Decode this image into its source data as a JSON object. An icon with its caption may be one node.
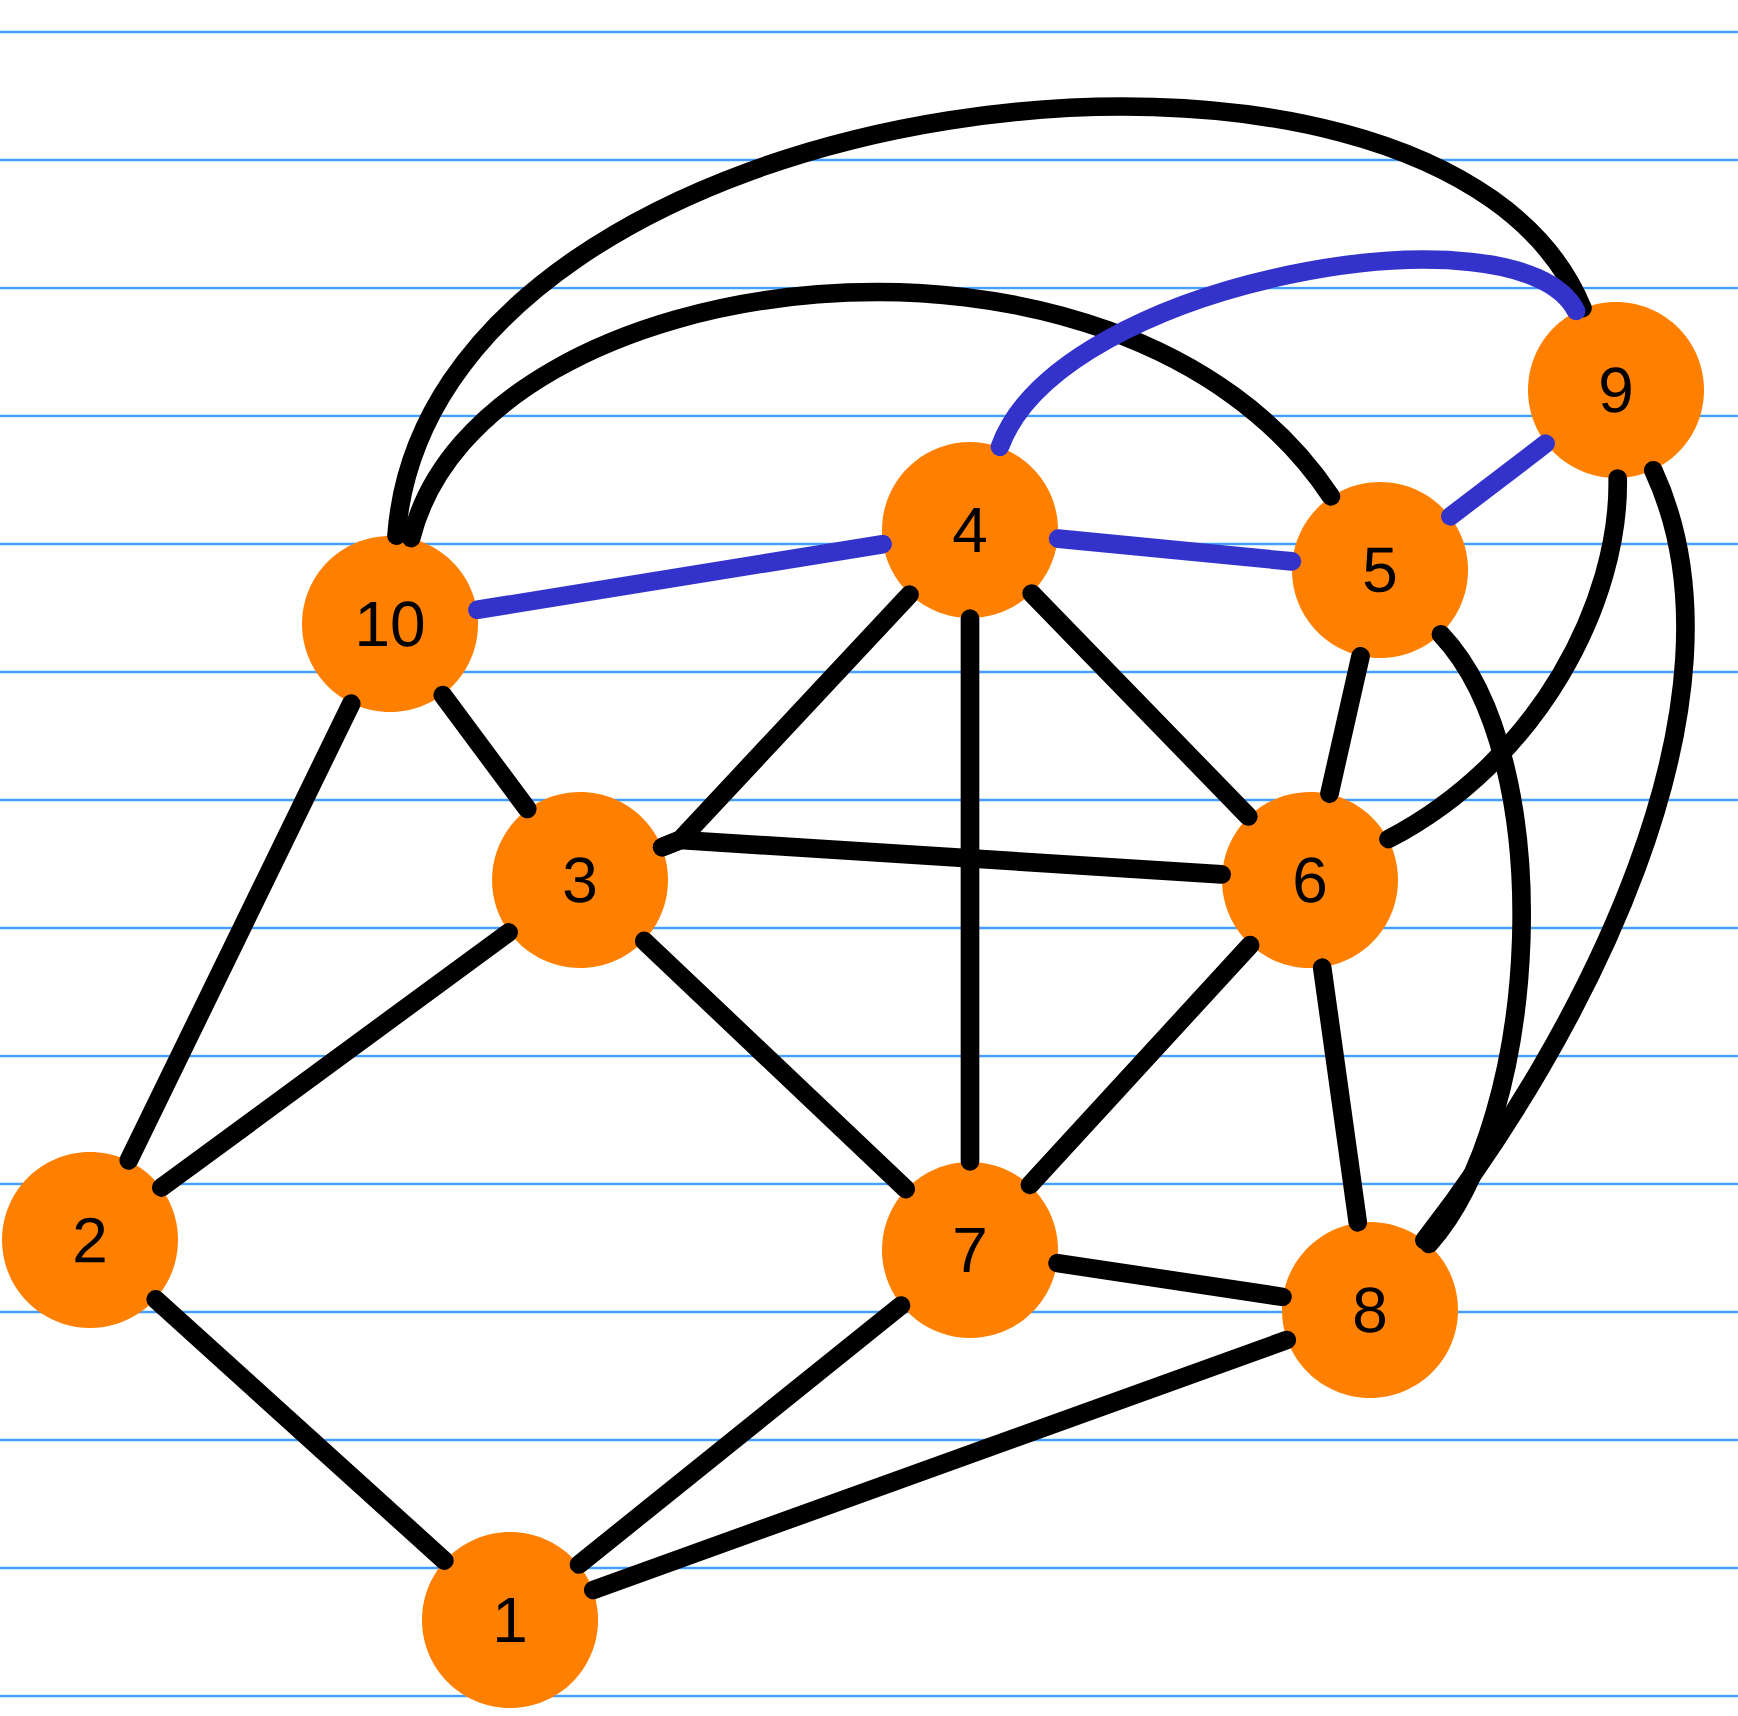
{
  "diagram": {
    "nodes": [
      {
        "text": [
          "9"
        ]
      },
      {
        "text": [
          "4"
        ]
      },
      {
        "text": [
          "5"
        ]
      },
      {
        "text": [
          "10"
        ]
      },
      {
        "text": [
          "3"
        ]
      },
      {
        "text": [
          "6"
        ]
      },
      {
        "text": [
          "2"
        ]
      },
      {
        "text": [
          "7"
        ]
      },
      {
        "text": [
          "8"
        ]
      },
      {
        "text": [
          "1"
        ]
      }
    ],
    "edges": [
      {
        "from": 3,
        "to": 0,
        "arrow": "none"
      },
      {
        "from": 3,
        "to": 2,
        "arrow": "none"
      },
      {
        "from": 3,
        "to": 1,
        "arrow": "none",
        "color": "#3333cc"
      },
      {
        "from": 1,
        "to": 2,
        "arrow": "none",
        "color": "#3333cc"
      },
      {
        "from": 1,
        "to": 0,
        "arrow": "none",
        "color": "#3333cc"
      },
      {
        "from": 2,
        "to": 0,
        "arrow": "none",
        "color": "#3333cc"
      },
      {
        "from": 3,
        "to": 4,
        "arrow": "none"
      },
      {
        "from": 3,
        "to": 6,
        "arrow": "none"
      },
      {
        "from": 4,
        "to": 6,
        "arrow": "none"
      },
      {
        "from": 4,
        "to": 7,
        "arrow": "none"
      },
      {
        "from": 4,
        "to": 1,
        "arrow": "none"
      },
      {
        "from": 4,
        "to": 5,
        "arrow": "none"
      },
      {
        "from": 1,
        "to": 7,
        "arrow": "none"
      },
      {
        "from": 1,
        "to": 5,
        "arrow": "none"
      },
      {
        "from": 2,
        "to": 5,
        "arrow": "none"
      },
      {
        "from": 5,
        "to": 7,
        "arrow": "none"
      },
      {
        "from": 5,
        "to": 0,
        "arrow": "none"
      },
      {
        "from": 2,
        "to": 8,
        "arrow": "none"
      },
      {
        "from": 0,
        "to": 8,
        "arrow": "none"
      },
      {
        "from": 5,
        "to": 8,
        "arrow": "none"
      },
      {
        "from": 7,
        "to": 8,
        "arrow": "none"
      },
      {
        "from": 7,
        "to": 9,
        "arrow": "none"
      },
      {
        "from": 9,
        "to": 8,
        "arrow": "none"
      },
      {
        "from": 6,
        "to": 9,
        "arrow": "none"
      }
    ]
  }
}
